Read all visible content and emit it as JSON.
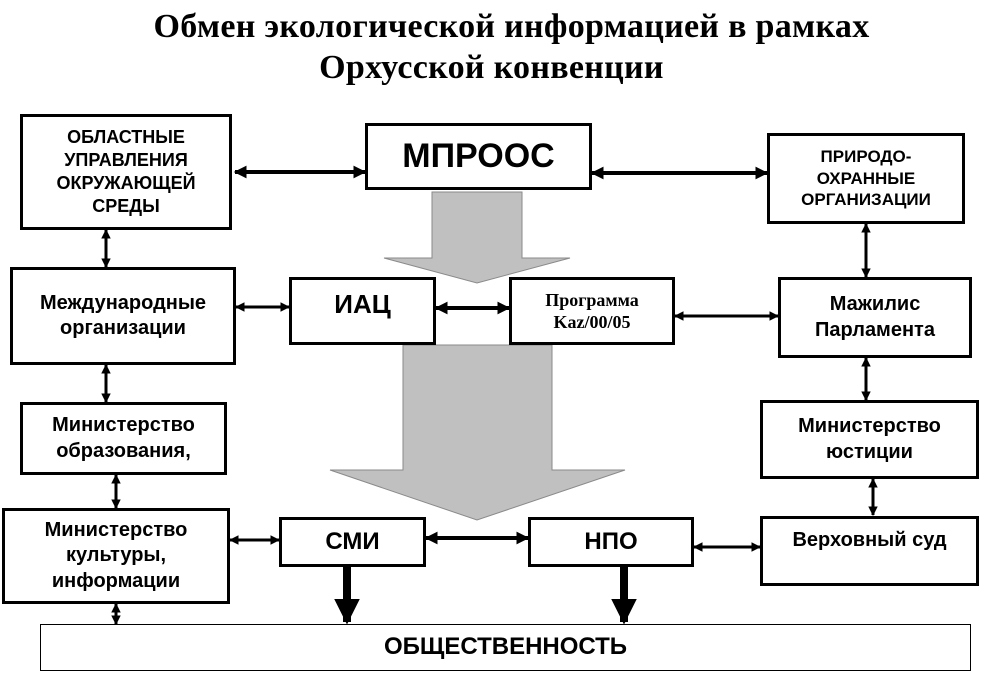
{
  "title": {
    "line1": "Обмен экологической информацией в рамках",
    "line2": "Орхусской конвенции"
  },
  "nodes": {
    "mprooc": "МПРООС",
    "regional": "ОБЛАСТНЫЕ УПРАВЛЕНИЯ ОКРУЖАЮЩЕЙ СРЕДЫ",
    "nature": "ПРИРОДО-ОХРАННЫЕ ОРГАНИЗАЦИИ",
    "intl": "Международные организации",
    "iac": "ИАЦ",
    "program": "Программа Kaz/00/05",
    "mazhilis": "Мажилис Парламента",
    "education": "Министерство образования,",
    "justice": "Министерство юстиции",
    "culture": "Министерство культуры, информации",
    "media": "СМИ",
    "ngo": "НПО",
    "court": "Верховный суд",
    "public": "ОБЩЕСТВЕННОСТЬ"
  },
  "colors": {
    "flow_arrow_fill": "#c0c0c0",
    "line": "#000000",
    "background": "#ffffff"
  }
}
